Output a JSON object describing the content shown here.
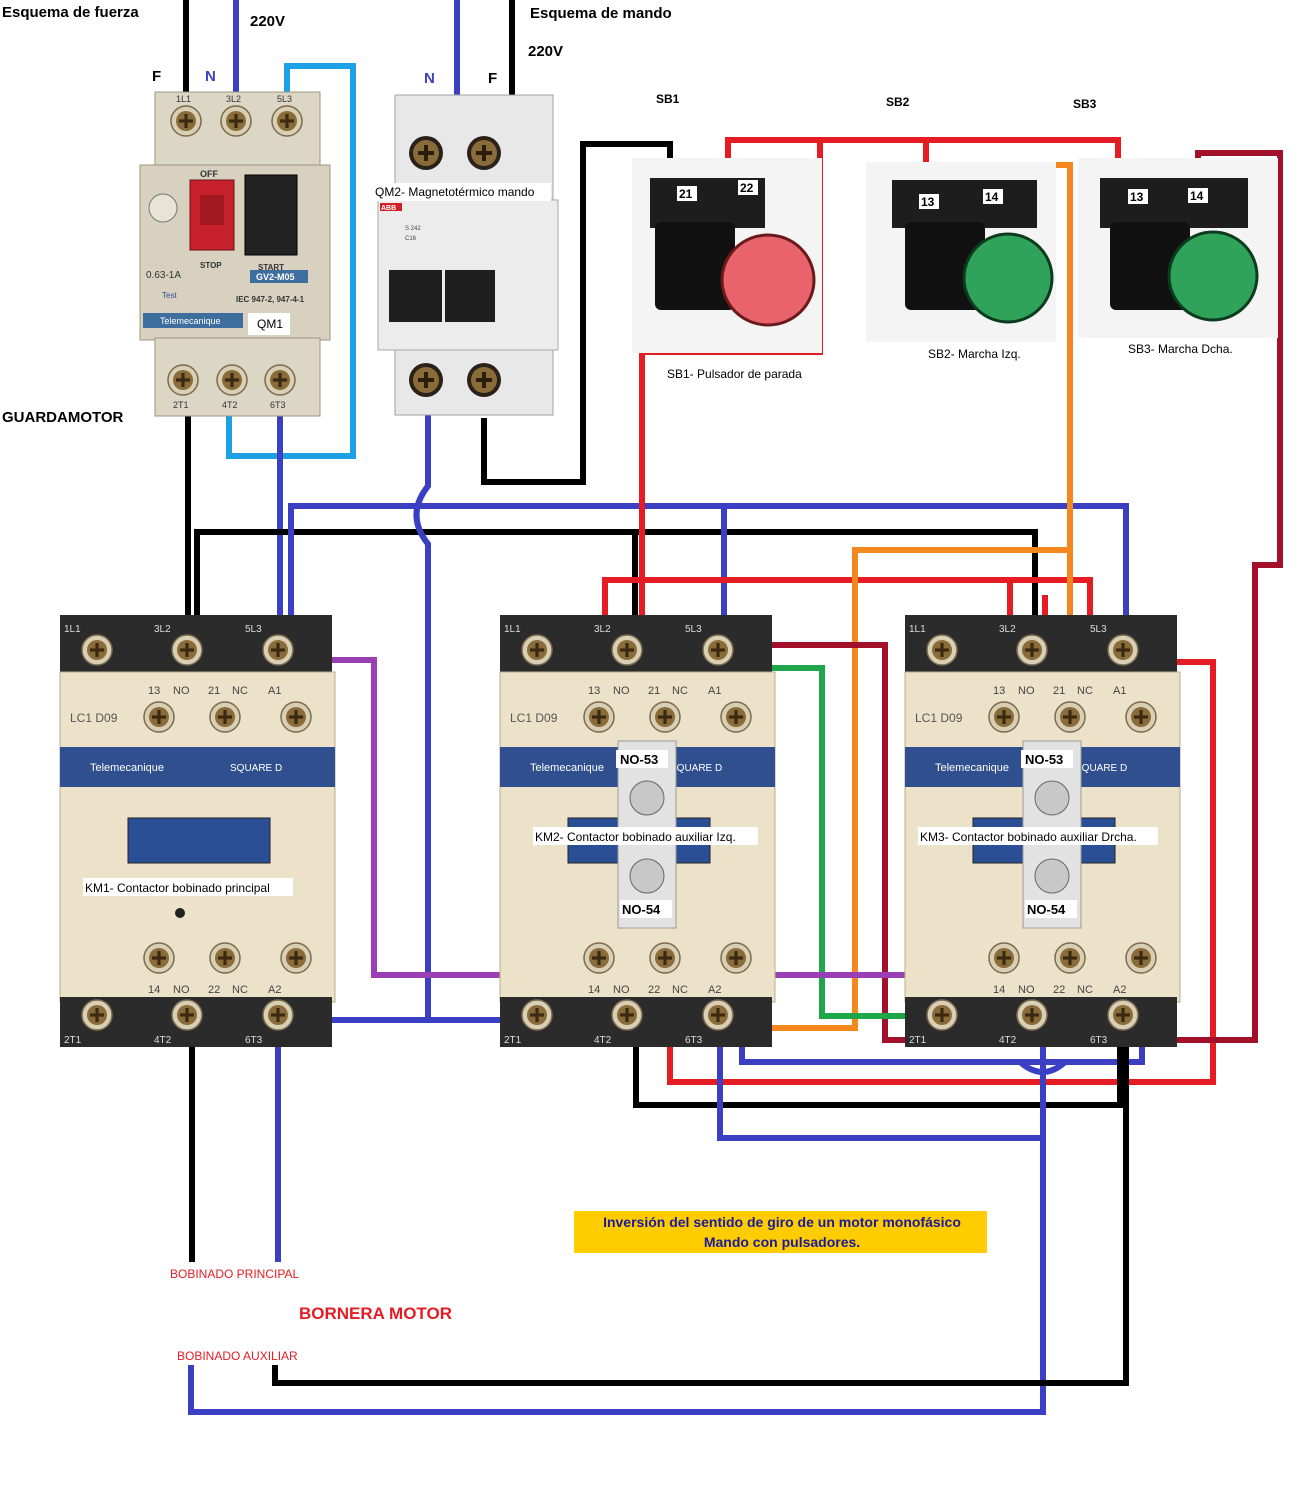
{
  "headings": {
    "power_scheme": "Esquema de fuerza",
    "control_scheme": "Esquema de mando",
    "voltage_power": "220V",
    "voltage_control": "220V",
    "phase_F_left": "F",
    "neutral_N_left": "N",
    "neutral_N_right": "N",
    "phase_F_right": "F",
    "motor_guard": "GUARDAMOTOR"
  },
  "motor_breaker": {
    "terminals_top": [
      "1L1",
      "3L2",
      "5L3"
    ],
    "terminals_bottom": [
      "2T1",
      "4T2",
      "6T3"
    ],
    "range": "0.63-1A",
    "stop": "STOP",
    "start": "START",
    "off": "OFF",
    "model": "GV2-M05",
    "standard": "IEC 947-2, 947-4-1",
    "test": "Test",
    "brand": "Telemecanique",
    "tag": "QM1"
  },
  "control_breaker": {
    "label": "QM2- Magnetotérmico mando",
    "brand": "ABB",
    "model": "S 242",
    "rating": "C16"
  },
  "pushbuttons": [
    {
      "name": "SB1",
      "contacts": [
        "21",
        "22"
      ],
      "caption": "SB1- Pulsador de parada",
      "color": "#e8636b"
    },
    {
      "name": "SB2",
      "contacts": [
        "13",
        "14"
      ],
      "caption": "SB2- Marcha Izq.",
      "color": "#2fa35a"
    },
    {
      "name": "SB3",
      "contacts": [
        "13",
        "14"
      ],
      "caption": "SB3- Marcha Dcha.",
      "color": "#2fa35a"
    }
  ],
  "contactors": [
    {
      "model": "LC1 D09",
      "brand": "Telemecanique",
      "brand2": "SQUARE D",
      "top_terminals": [
        "1L1",
        "3L2",
        "5L3"
      ],
      "aux_top": [
        "13",
        "NO",
        "21",
        "NC",
        "A1"
      ],
      "aux_bottom": [
        "14",
        "NO",
        "22",
        "NC",
        "A2"
      ],
      "bottom_terminals": [
        "2T1",
        "4T2",
        "6T3"
      ],
      "caption": "KM1- Contactor bobinado principal"
    },
    {
      "model": "LC1 D09",
      "brand": "Telemecanique",
      "brand2": "SQUARE D",
      "top_terminals": [
        "1L1",
        "3L2",
        "5L3"
      ],
      "aux_top": [
        "13",
        "NO",
        "21",
        "NC",
        "A1"
      ],
      "aux_bottom": [
        "14",
        "NO",
        "22",
        "NC",
        "A2"
      ],
      "bottom_terminals": [
        "2T1",
        "4T2",
        "6T3"
      ],
      "caption": "KM2- Contactor bobinado auxiliar Izq.",
      "block_top": "NO-53",
      "block_bottom": "NO-54"
    },
    {
      "model": "LC1 D09",
      "brand": "Telemecanique",
      "brand2": "SQUARE D",
      "top_terminals": [
        "1L1",
        "3L2",
        "5L3"
      ],
      "aux_top": [
        "13",
        "NO",
        "21",
        "NC",
        "A1"
      ],
      "aux_bottom": [
        "14",
        "NO",
        "22",
        "NC",
        "A2"
      ],
      "bottom_terminals": [
        "2T1",
        "4T2",
        "6T3"
      ],
      "caption": "KM3- Contactor bobinado auxiliar Drcha.",
      "block_top": "NO-53",
      "block_bottom": "NO-54"
    }
  ],
  "title_box": {
    "line1": "Inversión del sentido de giro de un motor monofásico",
    "line2": "Mando con pulsadores."
  },
  "motor": {
    "main_winding": "BOBINADO  PRINCIPAL",
    "terminal_block": "BORNERA MOTOR",
    "aux_winding": "BOBINADO  AUXILIAR"
  },
  "colors": {
    "black": "#000000",
    "blue": "#3b3fc4",
    "light_blue": "#1ea0e6",
    "red": "#e51c23",
    "dark_red": "#a3102a",
    "orange": "#f5871f",
    "green": "#1fa64a",
    "purple": "#9a3fb3",
    "title_bg": "#ffcc00",
    "title_text": "#1a1a9c",
    "motor_text": "#e51c23"
  }
}
